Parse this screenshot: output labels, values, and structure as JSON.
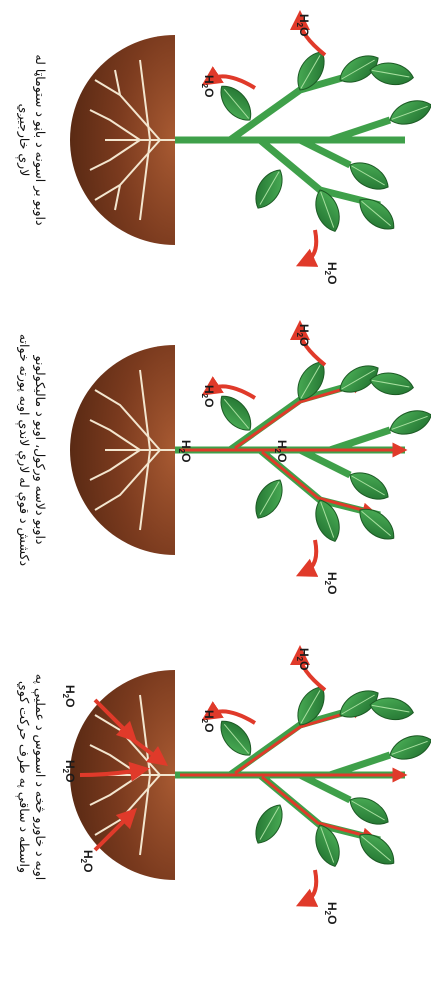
{
  "captions": [
    {
      "line1": "داوبو بر اسونه د باڼو د ستوماټا له",
      "line2": "لارې خارجیږي"
    },
    {
      "line1": "داوبو دلاسه ورکول، اوبو د مالیکولونو",
      "line2": "دکشش د قوې له لارې لاندې اوبه پورته خواته"
    },
    {
      "line1": "اوبه د خاورو څخه د اسموس د عملیې په",
      "line2": "واسطه د ساقې په طرف حرکت کوي"
    }
  ],
  "labels": {
    "water": "H",
    "water_sub": "2",
    "water_tail": "O"
  },
  "colors": {
    "soil": "#7a3a1e",
    "leaf": "#2e8b3a",
    "stem": "#3fa04a",
    "arrow": "#e03a2a",
    "root": "#f3e6cf"
  }
}
